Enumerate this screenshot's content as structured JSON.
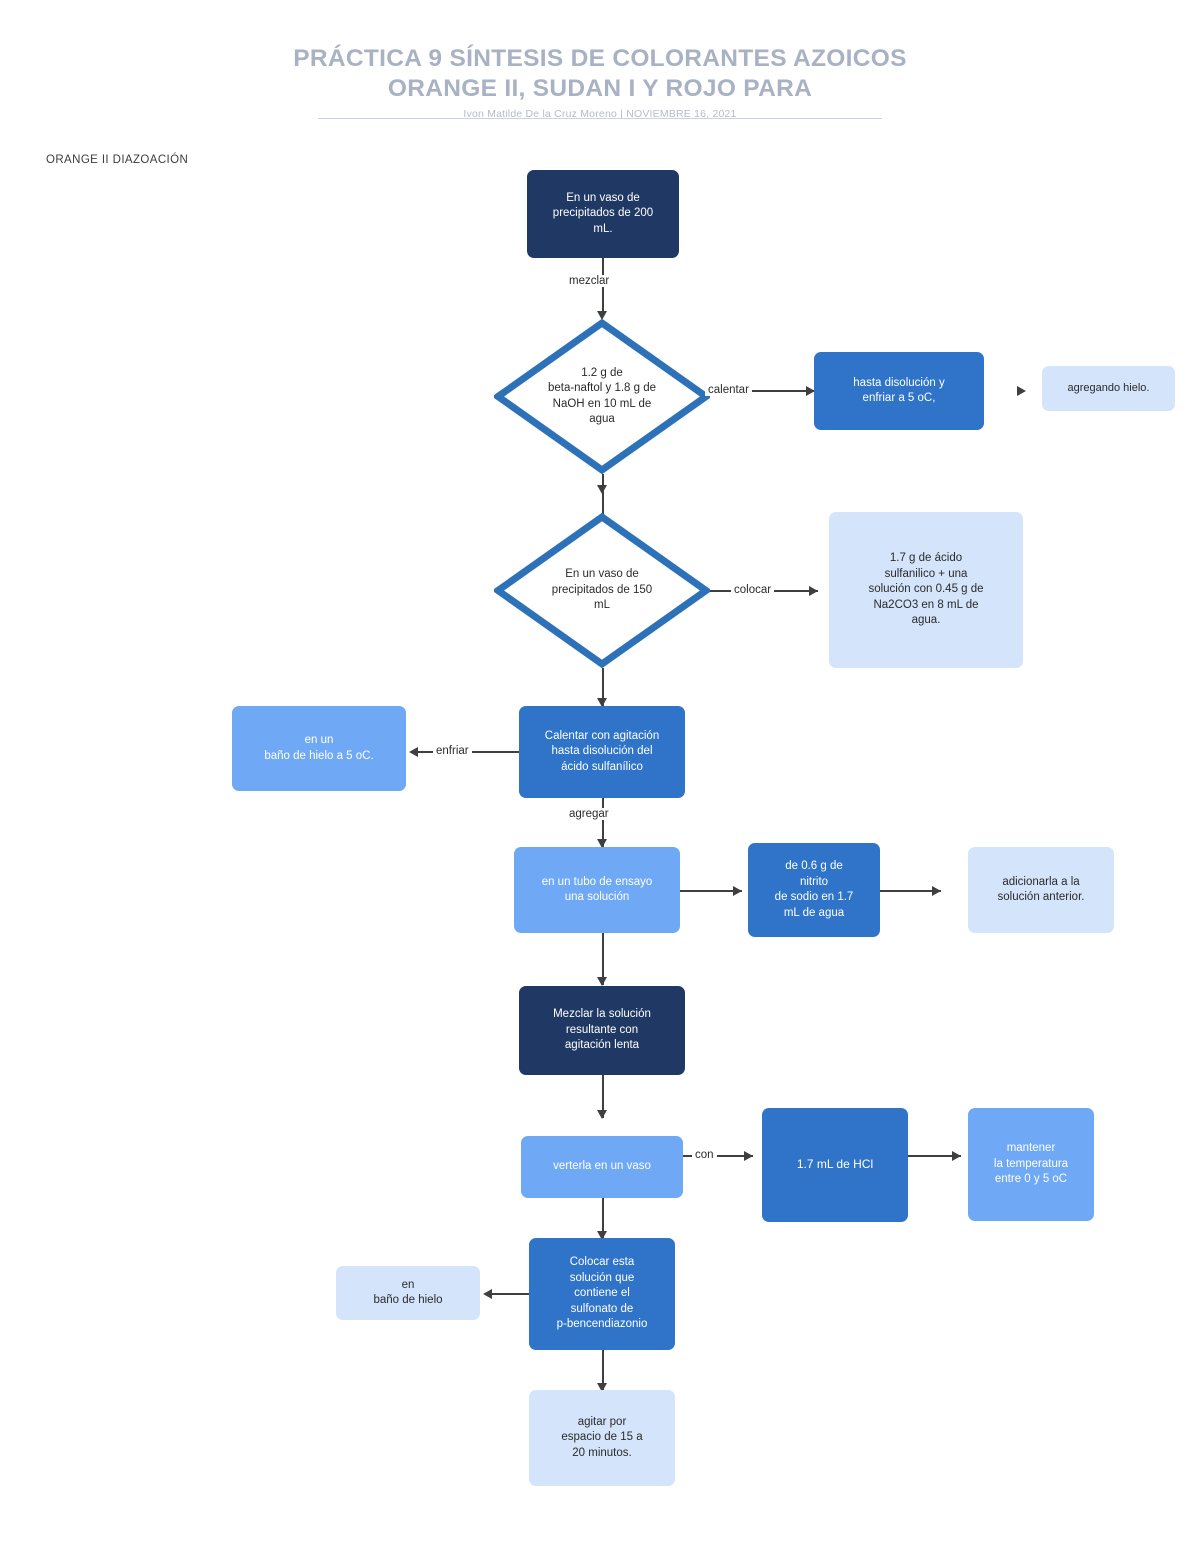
{
  "header": {
    "title_line1": "PRÁCTICA 9 SÍNTESIS DE COLORANTES AZOICOS",
    "title_line2": "ORANGE II, SUDAN I Y ROJO PARA",
    "subtitle": "Ivon Matilde De la Cruz Moreno  |  NOVIEMBRE 16, 2021"
  },
  "section": {
    "label": "ORANGE II\nDIAZOACIÓN"
  },
  "colors": {
    "navy": "#1f3864",
    "steel": "#2f74c8",
    "mid_blue": "#6fa8f5",
    "light_blue": "#d3e4fb",
    "diamond_stroke": "#2d72b8",
    "connector": "#3f3f3f",
    "header_text": "#a8b2c4"
  },
  "nodes": {
    "vaso200": "En un vaso de\nprecipitados de 200\nmL.",
    "betanaftol": "1.2 g de\nbeta-naftol y 1.8 g  de\nNaOH en 10 mL de\nagua",
    "disolucion_enfriar": "hasta disolución y\nenfriar a 5 oC,",
    "agregando_hielo": "agregando hielo.",
    "vaso150": "En un vaso de\nprecipitados de 150\nmL",
    "acido_sulfanilico": "1.7 g de ácido\nsulfanilico + una\nsolución con 0.45 g de\nNa2CO3 en 8 mL de\nagua.",
    "calentar_agitacion": "Calentar con agitación\nhasta disolución del\nácido sulfanílico",
    "bano_hielo_5": "en un\nbaño de hielo a 5 oC.",
    "tubo_ensayo": "en un tubo de ensayo\nuna solución",
    "nitrito_sodio": "de 0.6 g de\nnitrito\nde sodio en 1.7\nmL de agua",
    "adicionarla": "adicionarla a la\nsolución anterior.",
    "mezclar_lenta": "Mezclar la solución\nresultante con\nagitación lenta",
    "verterla": "verterla en un vaso",
    "hcl": "1.7 mL  de HCl",
    "mantener_temp": "mantener\nla temperatura\nentre 0 y 5 oC",
    "colocar_sulfonato": "Colocar esta\nsolución que\ncontiene el\nsulfonato de\np-bencendiazonio",
    "bano_hielo": "en\nbaño de hielo",
    "agitar": "agitar por\nespacio de 15 a\n20 minutos."
  },
  "edges": {
    "mezclar": "mezclar",
    "calentar": "calentar",
    "colocar": "colocar",
    "enfriar": "enfriar",
    "agregar": "agregar",
    "con": "con"
  }
}
